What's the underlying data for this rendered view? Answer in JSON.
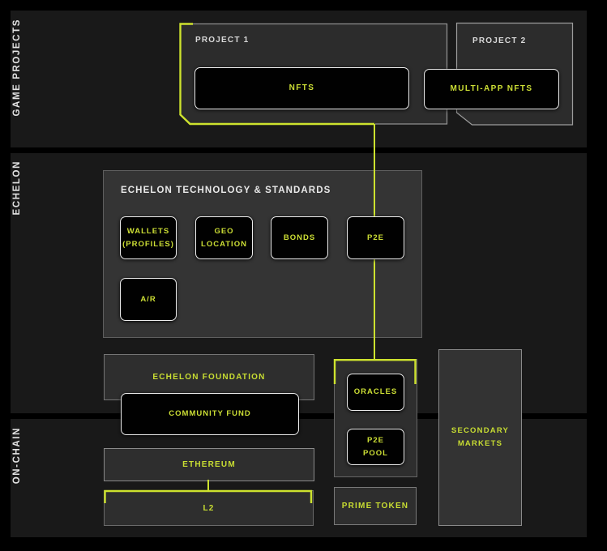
{
  "colors": {
    "accent_yellow": "#cde22e",
    "node_text_yellow": "#cddf35",
    "band_background": "#191919",
    "panel_background": "#2e2e2e",
    "node_background": "#010101",
    "node_border": "#ededed",
    "band_label_text": "#e3e3e3"
  },
  "bands": [
    {
      "label": "GAME PROJECTS"
    },
    {
      "label": "ECHELON"
    },
    {
      "label": "ON-CHAIN"
    }
  ],
  "game_projects": {
    "project1": {
      "title": "PROJECT 1",
      "node": "NFTS"
    },
    "project2": {
      "title": "PROJECT 2",
      "node": "MULTI-APP NFTS"
    }
  },
  "echelon": {
    "tech": {
      "title": "ECHELON TECHNOLOGY & STANDARDS",
      "items": [
        "WALLETS\n(PROFILES)",
        "GEO\nLOCATION",
        "BONDS",
        "P2E",
        "A/R"
      ]
    },
    "foundation": "ECHELON FOUNDATION",
    "community_fund": "COMMUNITY FUND",
    "oracles": "ORACLES",
    "p2e_pool": "P2E\nPOOL",
    "secondary_markets": "SECONDARY\nMARKETS"
  },
  "on_chain": {
    "ethereum": "ETHEREUM",
    "l2": "L2",
    "prime_token": "PRIME TOKEN"
  }
}
